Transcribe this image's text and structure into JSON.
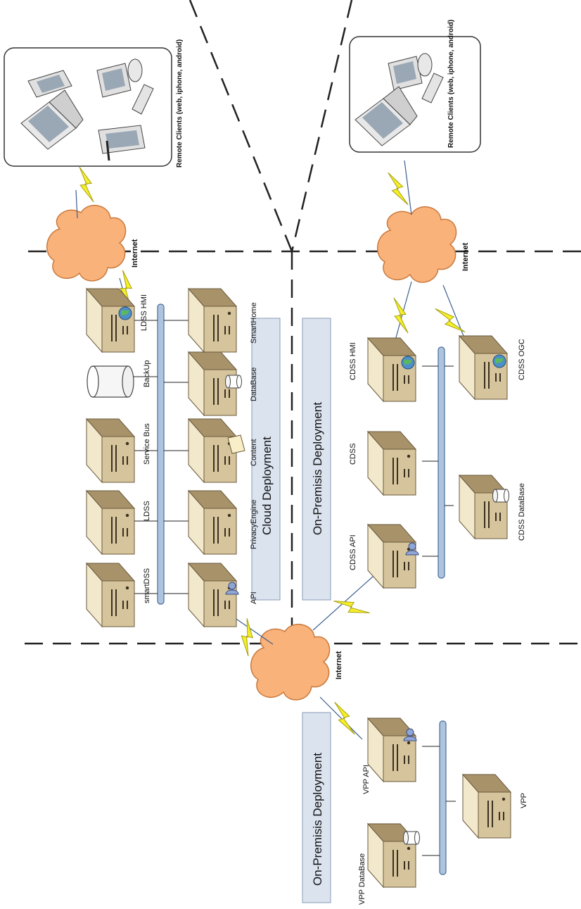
{
  "deployment_labels": {
    "cloud": "Cloud Deployment",
    "cdss_on_premises": "On-Premisis Deployment",
    "vpp_on_premises": "On-Premisis Deployment"
  },
  "internet_labels": {
    "top": "Internet",
    "right": "Internet",
    "middle": "Internet"
  },
  "remote_client_labels": {
    "top": "Remote Clients (web, iphone, android)",
    "right": "Remote Clients (web, iphone, android)"
  },
  "cloud_servers": {
    "smartdss": "smartDSS",
    "ldss": "LDSS",
    "service_bus": "Service Bus",
    "backup": "BackUp",
    "ldss_hmi": "LDSS HMI",
    "api": "API",
    "privacy_engine": "PrivacyEngine",
    "content": "Content",
    "database": "DataBase",
    "smarthome": "SmartHome"
  },
  "cdss_servers": {
    "cdss_api": "CDSS API",
    "cdss": "CDSS",
    "cdss_hmi": "CDSS HMI",
    "cdss_database": "CDSS DataBase",
    "cdss_ogc": "CDSS OGC"
  },
  "vpp_servers": {
    "vpp_api": "VPP API",
    "vpp_database": "VPP DataBase",
    "vpp": "VPP"
  },
  "colors": {
    "server_top": "#eee3c6",
    "server_side": "#c9b58a",
    "server_front": "#b09a6e",
    "cloud_fill": "#f9b27a",
    "bus_fill": "#aec3de",
    "label_box": "#dbe3ef",
    "bolt": "#f4ef2a"
  }
}
